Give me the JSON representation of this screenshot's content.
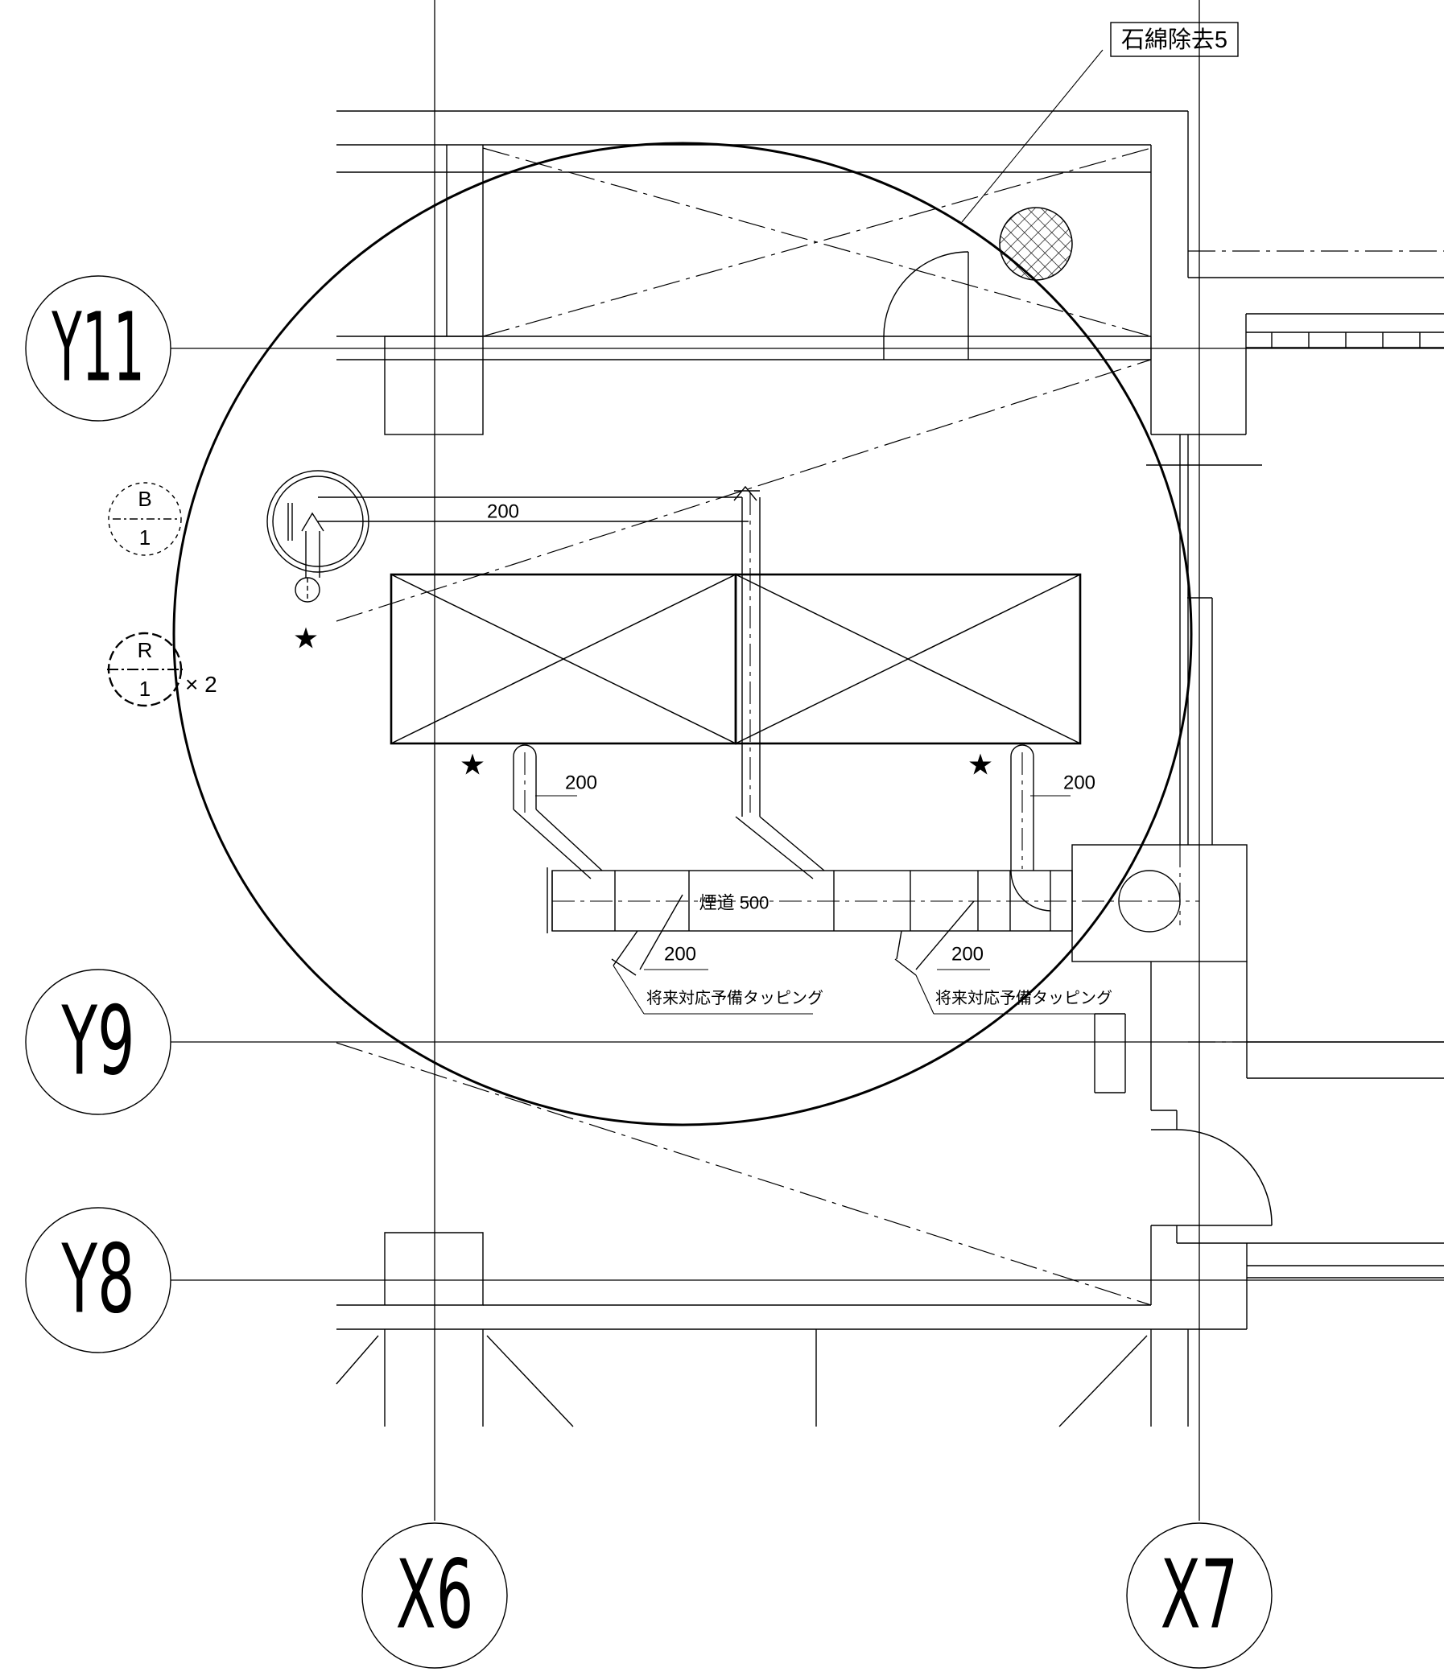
{
  "colors": {
    "ink": "#000000",
    "paper": "#ffffff"
  },
  "grid_labels": {
    "y11": "Y11",
    "y9": "Y9",
    "y8": "Y8",
    "x6": "X6",
    "x7": "X7"
  },
  "callouts": {
    "asbestos_removal": "石綿除去5"
  },
  "section_marks": {
    "b_top": "B",
    "b_bottom": "1",
    "r_top": "R",
    "r_bottom": "1",
    "r_multiplier": "× 2"
  },
  "dimensions": {
    "d1": "200",
    "d2": "200",
    "d3": "200",
    "d4": "200",
    "d5": "200",
    "flue": "煙道 500"
  },
  "notes": {
    "tapping_left": "将来対応予備タッピング",
    "tapping_right": "将来対応予備タッピング"
  },
  "symbols": {
    "star1": "★",
    "star2": "★",
    "star3": "★"
  }
}
